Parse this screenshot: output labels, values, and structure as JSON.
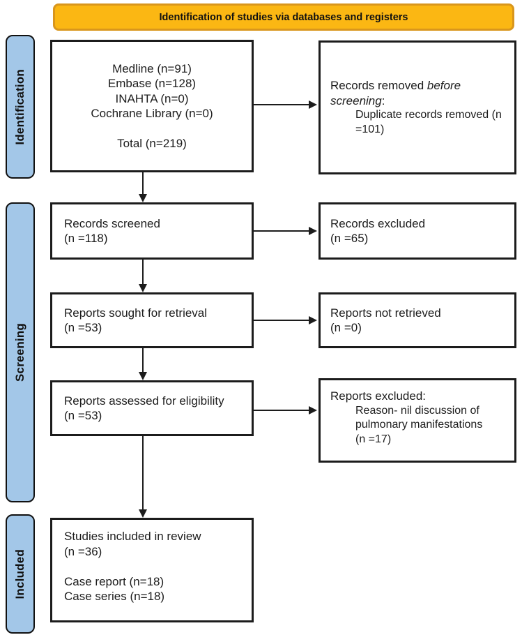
{
  "banner": {
    "title": "Identification of studies via databases and registers",
    "bg_color": "#FBB713",
    "border_color": "#D9961C"
  },
  "sidebar": {
    "bg_color": "#A3C7E8",
    "items": [
      {
        "label": "Identification"
      },
      {
        "label": "Screening"
      },
      {
        "label": "Included"
      }
    ]
  },
  "boxes": {
    "databases": {
      "lines": [
        "Medline (n=91)",
        "Embase (n=128)",
        "INAHTA (n=0)",
        "Cochrane Library (n=0)",
        "",
        "Total (n=219)"
      ]
    },
    "records_removed": {
      "l1_normal": "Records removed ",
      "l1_italic": "before",
      "l2_italic": "screening",
      "l2_normal": ":",
      "detail_lines": [
        "Duplicate records removed (n",
        "=101)"
      ]
    },
    "records_screened": {
      "lines": [
        "Records screened",
        "(n =118)"
      ]
    },
    "records_excluded": {
      "lines": [
        "Records excluded",
        "(n =65)"
      ]
    },
    "reports_sought": {
      "lines": [
        "Reports sought for retrieval",
        "(n =53)"
      ]
    },
    "reports_not_retrieved": {
      "lines": [
        "Reports not retrieved",
        "(n =0)"
      ]
    },
    "reports_assessed": {
      "lines": [
        "Reports assessed for eligibility",
        "(n =53)"
      ]
    },
    "reports_excluded": {
      "title": "Reports excluded:",
      "detail_lines": [
        "Reason- nil discussion of",
        "pulmonary manifestations",
        "(n =17)"
      ]
    },
    "studies_included": {
      "lines": [
        "Studies included in review",
        "(n =36)",
        "",
        "Case report (n=18)",
        "Case series (n=18)"
      ]
    }
  }
}
